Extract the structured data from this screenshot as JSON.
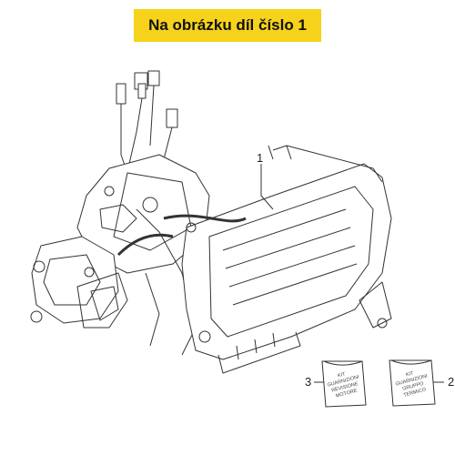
{
  "banner": {
    "text": "Na obrázku díl číslo 1"
  },
  "callouts": {
    "one": "1",
    "two": "2",
    "three": "3"
  },
  "kits": {
    "left": {
      "line1": "KIT",
      "line2": "GUARNIZIONI",
      "line3": "REVISIONE",
      "line4": "MOTORE"
    },
    "right": {
      "line1": "KIT",
      "line2": "GUARNIZIONI",
      "line3": "GRUPPO",
      "line4": "TERMICO"
    }
  },
  "colors": {
    "banner": "#f6d21c",
    "line": "#333333"
  }
}
